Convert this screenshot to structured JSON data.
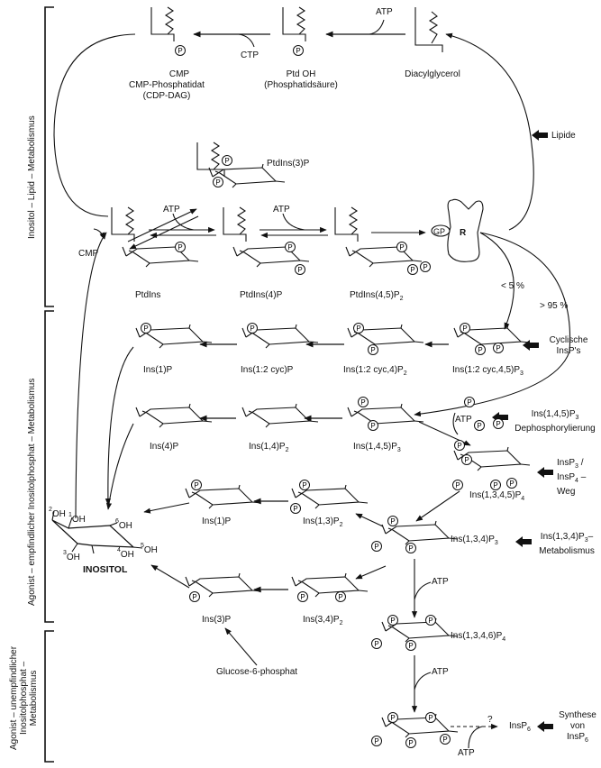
{
  "section_labels": {
    "lipid": "Inositol – Lipid – Metabolismus",
    "agonist_sensitive": "Agonist – empfindlicher Inositolphosphat – Metabolismus",
    "agonist_insensitive_1": "Agonist – unempfindlicher",
    "agonist_insensitive_2": "Inositolphosphat –",
    "agonist_insensitive_3": "Metabolismus"
  },
  "lipids": {
    "cmp_label": "CMP",
    "cdp_dag_1": "CMP-Phosphatidat",
    "cdp_dag_2": "(CDP-DAG)",
    "ptdoh_1": "Ptd OH",
    "ptdoh_2": "(Phosphatidsäure)",
    "dag": "Diacylglycerol",
    "ptdins3p": "PtdIns(3)P",
    "ptdins": "PtdIns",
    "ptdins4p": "PtdIns(4)P",
    "ptdins45p2_base": "PtdIns(4,5)P",
    "ptdins45p2_sub": "2"
  },
  "cofactors": {
    "ctp": "CTP",
    "atp": "ATP",
    "cmp": "CMP"
  },
  "receptor": {
    "gp": "GP",
    "r": "R",
    "lt5": "< 5 %",
    ">95": "> 95 %"
  },
  "cyclic_row": {
    "ins1p": "Ins(1)P",
    "ins12cycp": "Ins(1:2 cyc)P",
    "ins12cyc4p2_base": "Ins(1:2 cyc,4)P",
    "ins12cyc4p2_sub": "2",
    "ins12cyc45p3_base": "Ins(1:2 cyc,4,5)P",
    "ins12cyc45p3_sub": "3"
  },
  "dephos_row": {
    "ins4p": "Ins(4)P",
    "ins14p2_base": "Ins(1,4)P",
    "ins14p2_sub": "2",
    "ins145p3_base": "Ins(1,4,5)P",
    "ins145p3_sub": "3"
  },
  "p4_path": {
    "ins1345p4_base": "Ins(1,3,4,5)P",
    "ins1345p4_sub": "4",
    "ins1p": "Ins(1)P",
    "ins13p2_base": "Ins(1,3)P",
    "ins13p2_sub": "2",
    "ins134p3_base": "Ins(1,3,4)P",
    "ins134p3_sub": "3",
    "ins3p": "Ins(3)P",
    "ins34p2_base": "Ins(3,4)P",
    "ins34p2_sub": "2",
    "glucose": "Glucose-6-phosphat",
    "ins1346p4_base": "Ins(1,3,4,6)P",
    "ins1346p4_sub": "4",
    "insp6_base": "InsP",
    "insp6_sub": "6",
    "question": "?"
  },
  "inositol": {
    "name": "INOSITOL",
    "oh": "OH",
    "n1": "1",
    "n2": "2",
    "n3": "3",
    "n4": "4",
    "n5": "5",
    "n6": "6"
  },
  "sidebar": {
    "lipide": "Lipide",
    "cyclic_1": "Cyclische",
    "cyclic_2": "InsP's",
    "dephos_1_base": "Ins(1,4,5)P",
    "dephos_1_sub": "3",
    "dephos_2": "Dephosphorylierung",
    "p3p4_1_base": "InsP",
    "p3p4_1_sub": "3",
    "p3p4_1_tail": " /",
    "p3p4_2_base": "InsP",
    "p3p4_2_sub": "4",
    "p3p4_2_tail": " –",
    "p3p4_3": "Weg",
    "p134_1_base": "Ins(1,3,4)P",
    "p134_1_sub": "3",
    "p134_1_tail": "–",
    "p134_2": "Metabolismus",
    "synth_1": "Synthese",
    "synth_2": "von",
    "synth_3_base": "InsP",
    "synth_3_sub": "6"
  },
  "phosphate_symbol": "P"
}
